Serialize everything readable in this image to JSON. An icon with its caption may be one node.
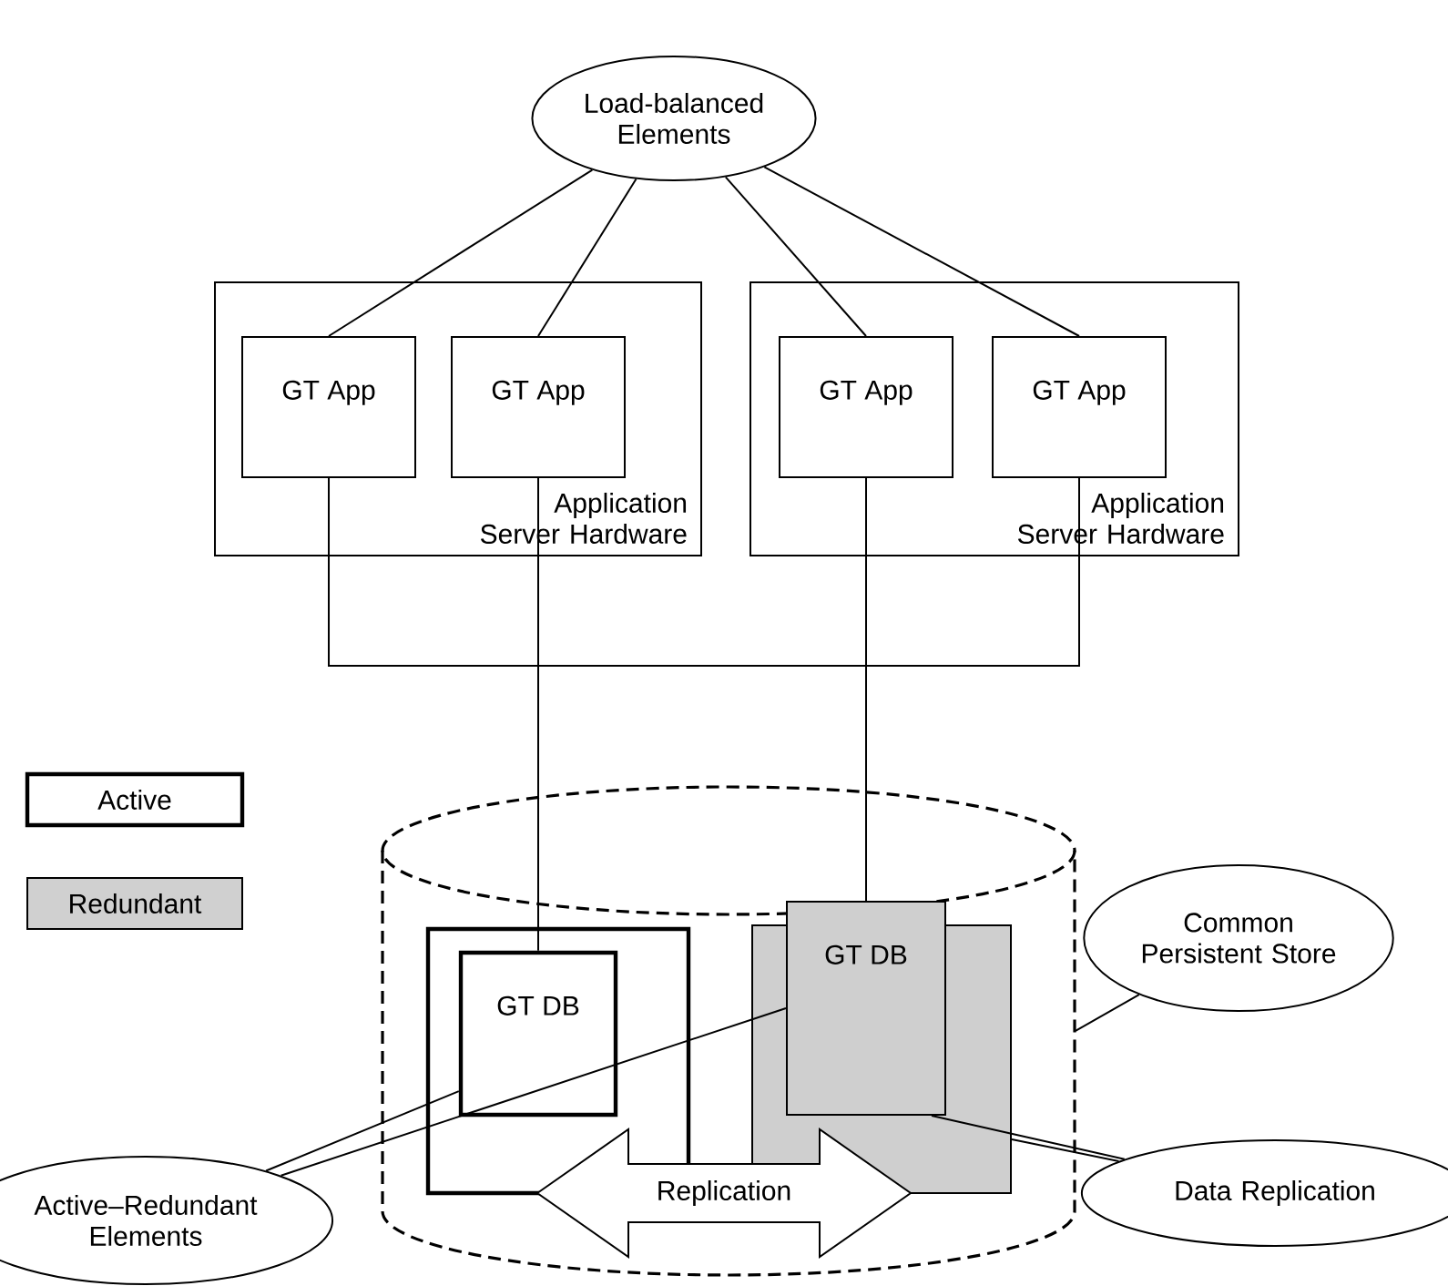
{
  "diagram": {
    "nodes": [
      {
        "text": [
          "Load-balanced Elements"
        ]
      },
      {
        "text": [
          "Application Server Hardware"
        ]
      },
      {
        "text": [
          "GT App"
        ],
        "in": 1
      },
      {
        "text": [
          "GT App"
        ],
        "in": 1
      },
      {
        "text": [
          "Application Server Hardware"
        ]
      },
      {
        "text": [
          "GT App"
        ],
        "in": 4
      },
      {
        "text": [
          "GT App"
        ],
        "in": 4
      },
      {
        "text": [],
        "shape": "cylinder"
      },
      {
        "text": [],
        "shape": "box",
        "in": 7
      },
      {
        "text": [
          "GT DB"
        ],
        "in": 8
      },
      {
        "text": [],
        "shape": "box",
        "in": 7
      },
      {
        "text": [
          "GT DB"
        ],
        "in": 7
      },
      {
        "text": [
          "Common Persistent Store"
        ]
      },
      {
        "text": [
          "Active–Redundant Elements"
        ]
      },
      {
        "text": [
          "Data Replication"
        ]
      }
    ],
    "edges": [
      {
        "from": 0,
        "to": 2,
        "arrow": "none"
      },
      {
        "from": 0,
        "to": 3,
        "arrow": "none"
      },
      {
        "from": 0,
        "to": 5,
        "arrow": "none"
      },
      {
        "from": 0,
        "to": 6,
        "arrow": "none"
      },
      {
        "from": 2,
        "to": 6,
        "arrow": "none"
      },
      {
        "from": 3,
        "to": 9,
        "arrow": "none"
      },
      {
        "from": 5,
        "to": 11,
        "arrow": "none"
      },
      {
        "from": 12,
        "to": 7,
        "arrow": "none"
      },
      {
        "from": 13,
        "to": 9,
        "arrow": "none"
      },
      {
        "from": 13,
        "to": 11,
        "arrow": "none"
      },
      {
        "from": 14,
        "to": 11,
        "arrow": "none"
      },
      {
        "from": 14,
        "to": 10,
        "arrow": "none"
      },
      {
        "from": 8,
        "to": 10,
        "arrow": "both",
        "label": "Replication"
      }
    ],
    "legend": [
      {
        "text": "Active"
      },
      {
        "text": "Redundant",
        "color": "#d0d0d0"
      }
    ]
  }
}
